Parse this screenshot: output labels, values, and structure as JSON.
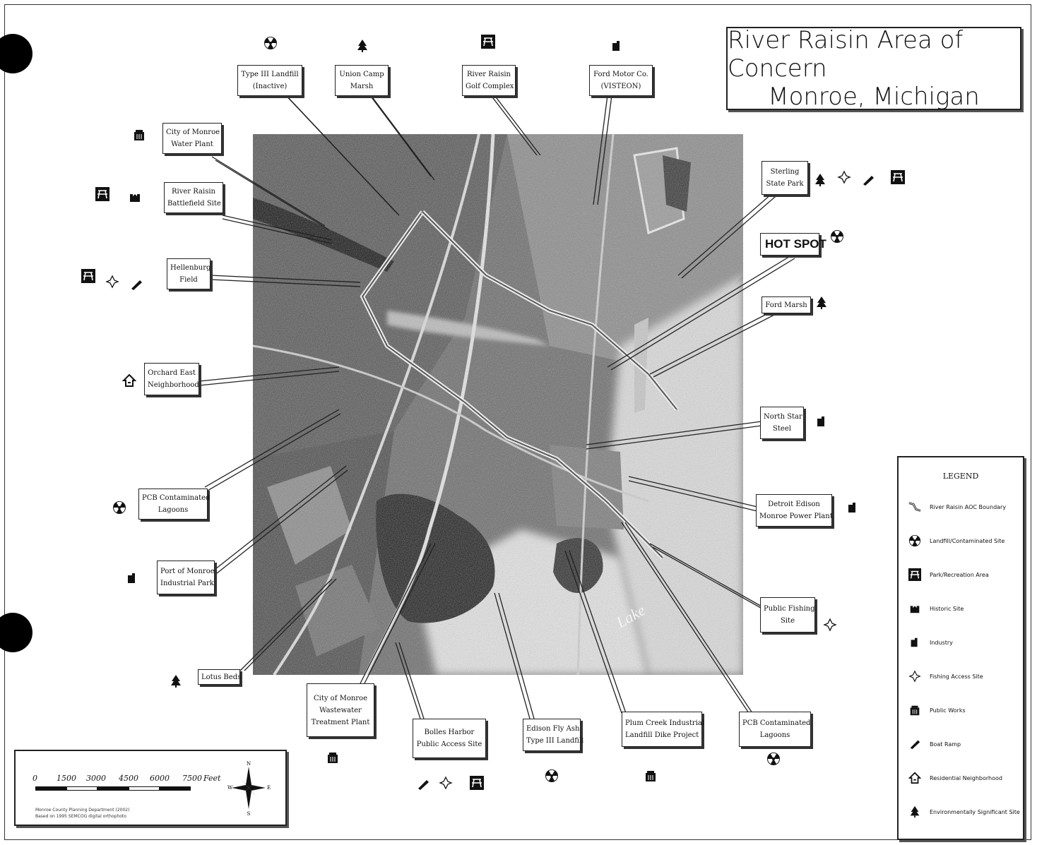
{
  "title": {
    "line1": "River Raisin Area of Concern",
    "line2": "Monroe, Michigan"
  },
  "labels": {
    "type3_landfill": [
      "Type III Landfill",
      "(Inactive)"
    ],
    "union_camp": [
      "Union Camp",
      "Marsh"
    ],
    "golf": [
      "River Raisin",
      "Golf Complex"
    ],
    "ford": [
      "Ford Motor Co.",
      "(VISTEON)"
    ],
    "water_plant": [
      "City of Monroe",
      "Water Plant"
    ],
    "battlefield": [
      "River Raisin",
      "Battlefield Site"
    ],
    "hellenburg": [
      "Hellenburg",
      "Field"
    ],
    "orchard": [
      "Orchard East",
      "Neighborhood"
    ],
    "pcb_left": [
      "PCB Contaminated",
      "Lagoons"
    ],
    "port": [
      "Port of Monroe",
      "Industrial Park"
    ],
    "lotus": [
      "Lotus Beds"
    ],
    "wastewater": [
      "City of Monroe",
      "Wastewater",
      "Treatment Plant"
    ],
    "bolles": [
      "Bolles Harbor",
      "Public Access Site"
    ],
    "edison_fly": [
      "Edison Fly Ash",
      "Type III Landfill"
    ],
    "plum_creek": [
      "Plum Creek Industrial",
      "Landfill Dike Project"
    ],
    "pcb_bottom": [
      "PCB Contaminated",
      "Lagoons"
    ],
    "sterling": [
      "Sterling",
      "State Park"
    ],
    "hotspot": [
      "HOT SPOT"
    ],
    "ford_marsh": [
      "Ford Marsh"
    ],
    "north_star": [
      "North Star",
      "Steel"
    ],
    "detroit_edison": [
      "Detroit Edison",
      "Monroe Power Plant"
    ],
    "public_fishing": [
      "Public Fishing",
      "Site"
    ]
  },
  "map_text": {
    "lake": "Lake"
  },
  "legend": {
    "title": "LEGEND",
    "items": [
      {
        "icon": "boundary",
        "label": "River Raisin AOC Boundary"
      },
      {
        "icon": "landfill",
        "label": "Landfill/Contaminated Site"
      },
      {
        "icon": "park",
        "label": "Park/Recreation Area"
      },
      {
        "icon": "historic",
        "label": "Historic Site"
      },
      {
        "icon": "industry",
        "label": "Industry"
      },
      {
        "icon": "fishing",
        "label": "Fishing Access Site"
      },
      {
        "icon": "works",
        "label": "Public Works"
      },
      {
        "icon": "ramp",
        "label": "Boat Ramp"
      },
      {
        "icon": "residential",
        "label": "Residential Neighborhood"
      },
      {
        "icon": "tree",
        "label": "Environmentally Significant Site"
      }
    ]
  },
  "scale": {
    "ticks": [
      "0",
      "1500",
      "3000",
      "4500",
      "6000",
      "7500",
      "Feet"
    ],
    "credit1": "Monroe County Planning Department (2002)",
    "credit2": "Based on 1995 SEMCOG digital orthophoto"
  },
  "compass": {
    "n": "N",
    "s": "S",
    "e": "E",
    "w": "W"
  }
}
